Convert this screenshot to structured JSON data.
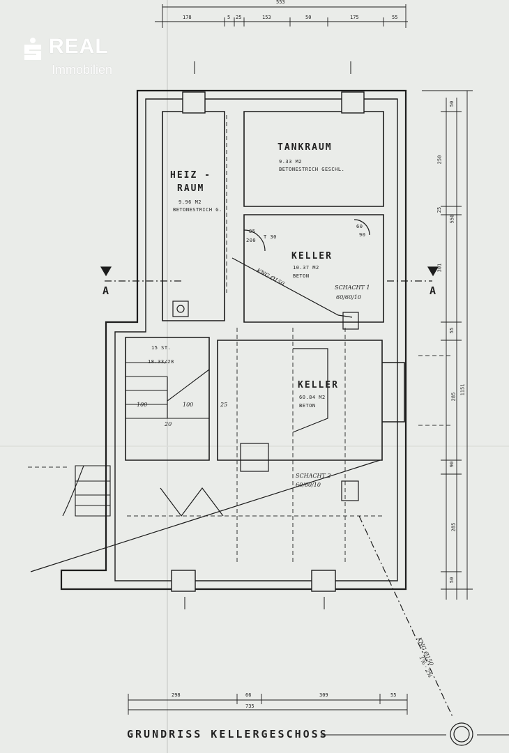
{
  "logo": {
    "brand": "REAL",
    "subtitle": "Immobilien",
    "mark_icon": "sparkasse-s-icon",
    "mark_color": "#ffffff"
  },
  "plan": {
    "title": "GRUNDRISS KELLERGESCHOSS",
    "section_marks": [
      "A",
      "A"
    ],
    "rooms": {
      "tankraum": {
        "name": "TANKRAUM",
        "area": "9.33 M2",
        "floor": "BETONESTRICH GESCHL."
      },
      "heizraum": {
        "name_line1": "HEIZ -",
        "name_line2": "RAUM",
        "area": "9.96 M2",
        "floor": "BETONESTRICH G."
      },
      "keller1": {
        "name": "KELLER",
        "area": "10.37 M2",
        "floor": "BETON"
      },
      "keller2": {
        "name": "KELLER",
        "area": "60.84 M2",
        "floor": "BETON"
      }
    },
    "annotations": {
      "door_85": "85",
      "door_200": "200",
      "door_t30": "T 30",
      "door2_60": "60",
      "door2_90": "90",
      "schacht1": "SCHACHT 1",
      "schacht1_size": "60/60/10",
      "schacht2": "SCHACHT 2",
      "schacht2_size": "60/60/10",
      "stair_steps": "15 ST.",
      "stair_size": "18.33/28",
      "land_a": "100",
      "land_b": "100",
      "land_c": "20",
      "land_d": "25",
      "pipe1": "KNG Ø150",
      "pipe2": "KNG Ø150",
      "pipe2_b": "1% · 2%"
    },
    "dimensions": {
      "top_total": "553",
      "top": [
        "178",
        "5",
        "25",
        "153",
        "50",
        "175",
        "55"
      ],
      "bottom": [
        "298",
        "66",
        "309",
        "55"
      ],
      "bottom_total": "735",
      "right": [
        "50",
        "250",
        "25",
        "550",
        "301",
        "55",
        "1151",
        "285",
        "90",
        "285",
        "50"
      ]
    }
  }
}
